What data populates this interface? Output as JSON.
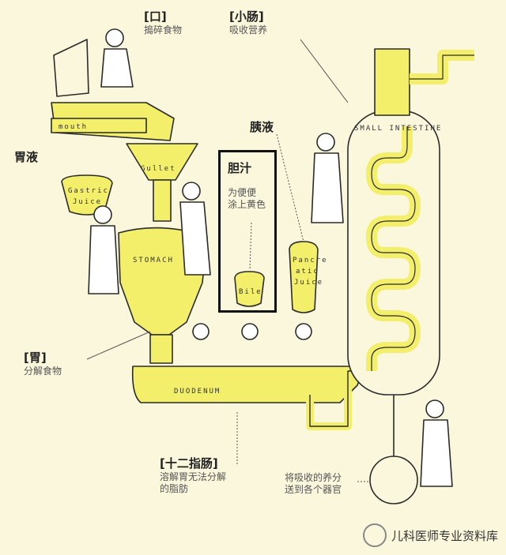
{
  "labels": {
    "mouth": {
      "title": "[口]",
      "desc": "搗碎食物"
    },
    "small_intestine": {
      "title": "[小肠]",
      "desc": "吸收营养"
    },
    "pancreatic": {
      "title": "胰液"
    },
    "gastric": {
      "title": "胃液"
    },
    "bile": {
      "title": "胆汁",
      "desc_line1": "为便便",
      "desc_line2": "涂上黄色"
    },
    "stomach": {
      "title": "[胃]",
      "desc": "分解食物"
    },
    "duodenum": {
      "title": "[十二指肠]",
      "desc_line1": "溶解胃无法分解",
      "desc_line2": "的脂肪"
    },
    "absorb": {
      "desc_line1": "将吸收的养分",
      "desc_line2": "送到各个器官"
    }
  },
  "illustration_text": {
    "mouth": "mouth",
    "gullet": "Gullet",
    "gastric_juice_1": "Gastric",
    "gastric_juice_2": "Juice",
    "stomach": "STOMACH",
    "bile": "Bile",
    "pancreatic_1": "Pancre",
    "pancreatic_2": "atic",
    "pancreatic_3": "Juice",
    "duodenum": "DUODENUM",
    "small_intestine": "SMALL INTESTINE"
  },
  "watermark": "儿科医师专业资料库",
  "colors": {
    "yellow": "#f3ef6a",
    "outline": "#2b2b2b",
    "background": "#fbf7dc"
  }
}
